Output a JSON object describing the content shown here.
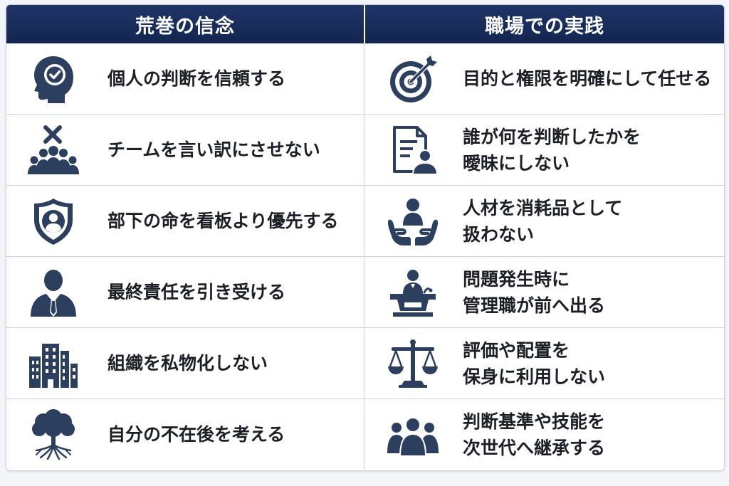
{
  "colors": {
    "header_bg": "#1a2e5c",
    "icon": "#2d3f5f",
    "text": "#1d1f26",
    "grid": "#c9d3e3"
  },
  "header": {
    "left": "荒巻の信念",
    "right": "職場での実践"
  },
  "rows": [
    {
      "left": {
        "icon": "head-check-icon",
        "lines": [
          "個人の判断を信頼する"
        ]
      },
      "right": {
        "icon": "target-arrow-icon",
        "lines": [
          "目的と権限を明確にして任せる"
        ]
      }
    },
    {
      "left": {
        "icon": "team-cross-icon",
        "lines": [
          "チームを言い訳にさせない"
        ]
      },
      "right": {
        "icon": "document-person-icon",
        "lines": [
          "誰が何を判断したかを",
          "曖昧にしない"
        ]
      }
    },
    {
      "left": {
        "icon": "shield-person-icon",
        "lines": [
          "部下の命を看板より優先する"
        ]
      },
      "right": {
        "icon": "hands-person-icon",
        "lines": [
          "人材を消耗品として",
          "扱わない"
        ]
      }
    },
    {
      "left": {
        "icon": "businessman-icon",
        "lines": [
          "最終責任を引き受ける"
        ]
      },
      "right": {
        "icon": "podium-speaker-icon",
        "lines": [
          "問題発生時に",
          "管理職が前へ出る"
        ]
      }
    },
    {
      "left": {
        "icon": "buildings-icon",
        "lines": [
          "組織を私物化しない"
        ]
      },
      "right": {
        "icon": "balance-scale-icon",
        "lines": [
          "評価や配置を",
          "保身に利用しない"
        ]
      }
    },
    {
      "left": {
        "icon": "tree-roots-icon",
        "lines": [
          "自分の不在後を考える"
        ]
      },
      "right": {
        "icon": "group-people-icon",
        "lines": [
          "判断基準や技能を",
          "次世代へ継承する"
        ]
      }
    }
  ]
}
